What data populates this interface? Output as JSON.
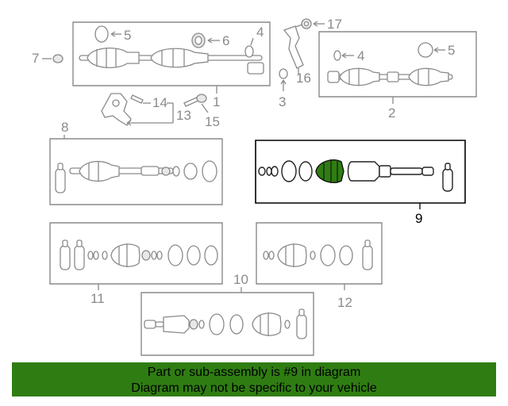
{
  "diagram": {
    "callouts": [
      "1",
      "2",
      "3",
      "4",
      "4",
      "5",
      "5",
      "6",
      "7",
      "8",
      "9",
      "10",
      "11",
      "12",
      "13",
      "14",
      "15",
      "16",
      "17"
    ],
    "selected_part": "9",
    "colors": {
      "line": "#8a8a8a",
      "selected_boot": "#2f7d12",
      "banner": "#2f7d12"
    }
  },
  "banner": {
    "line1": "Part or sub-assembly is #9 in diagram",
    "line2": "Diagram may not be specific to your vehicle"
  }
}
